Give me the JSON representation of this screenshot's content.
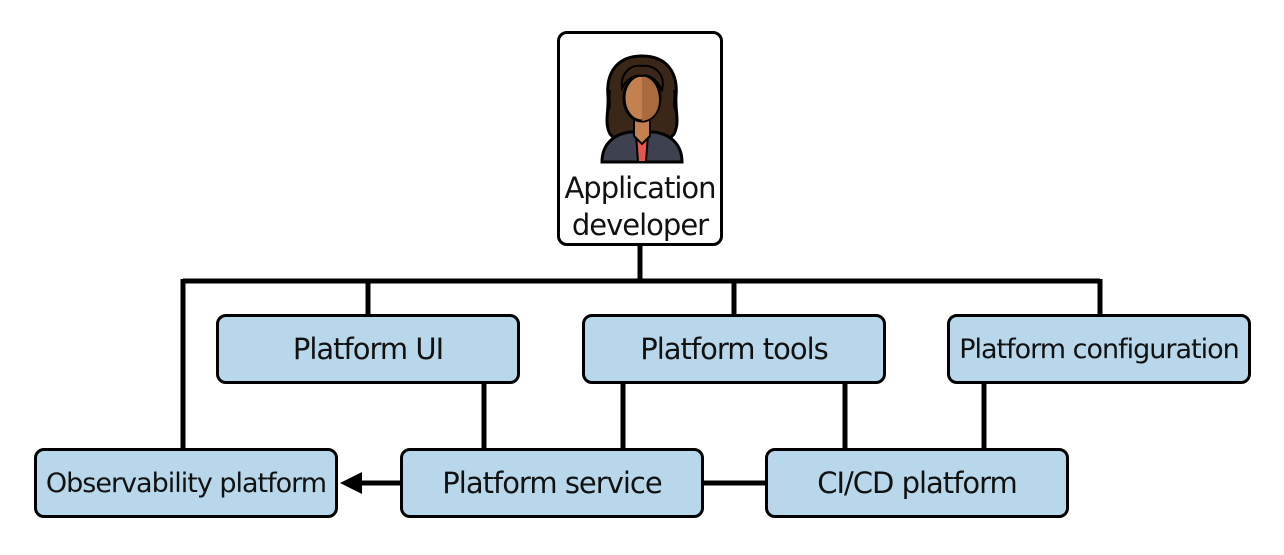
{
  "developer": {
    "icon": "developer-avatar-icon",
    "label_line1": "Application",
    "label_line2": "developer"
  },
  "nodes": {
    "platform_ui": "Platform UI",
    "platform_tools": "Platform tools",
    "platform_configuration": "Platform configuration",
    "observability_platform": "Observability platform",
    "platform_service": "Platform service",
    "cicd_platform": "CI/CD platform"
  },
  "colors": {
    "node_fill": "#b9d7ea",
    "stroke": "#000000",
    "skin": "#c4814f",
    "hair": "#3a2718",
    "jacket": "#3d4150",
    "shirt": "#e5574d"
  }
}
